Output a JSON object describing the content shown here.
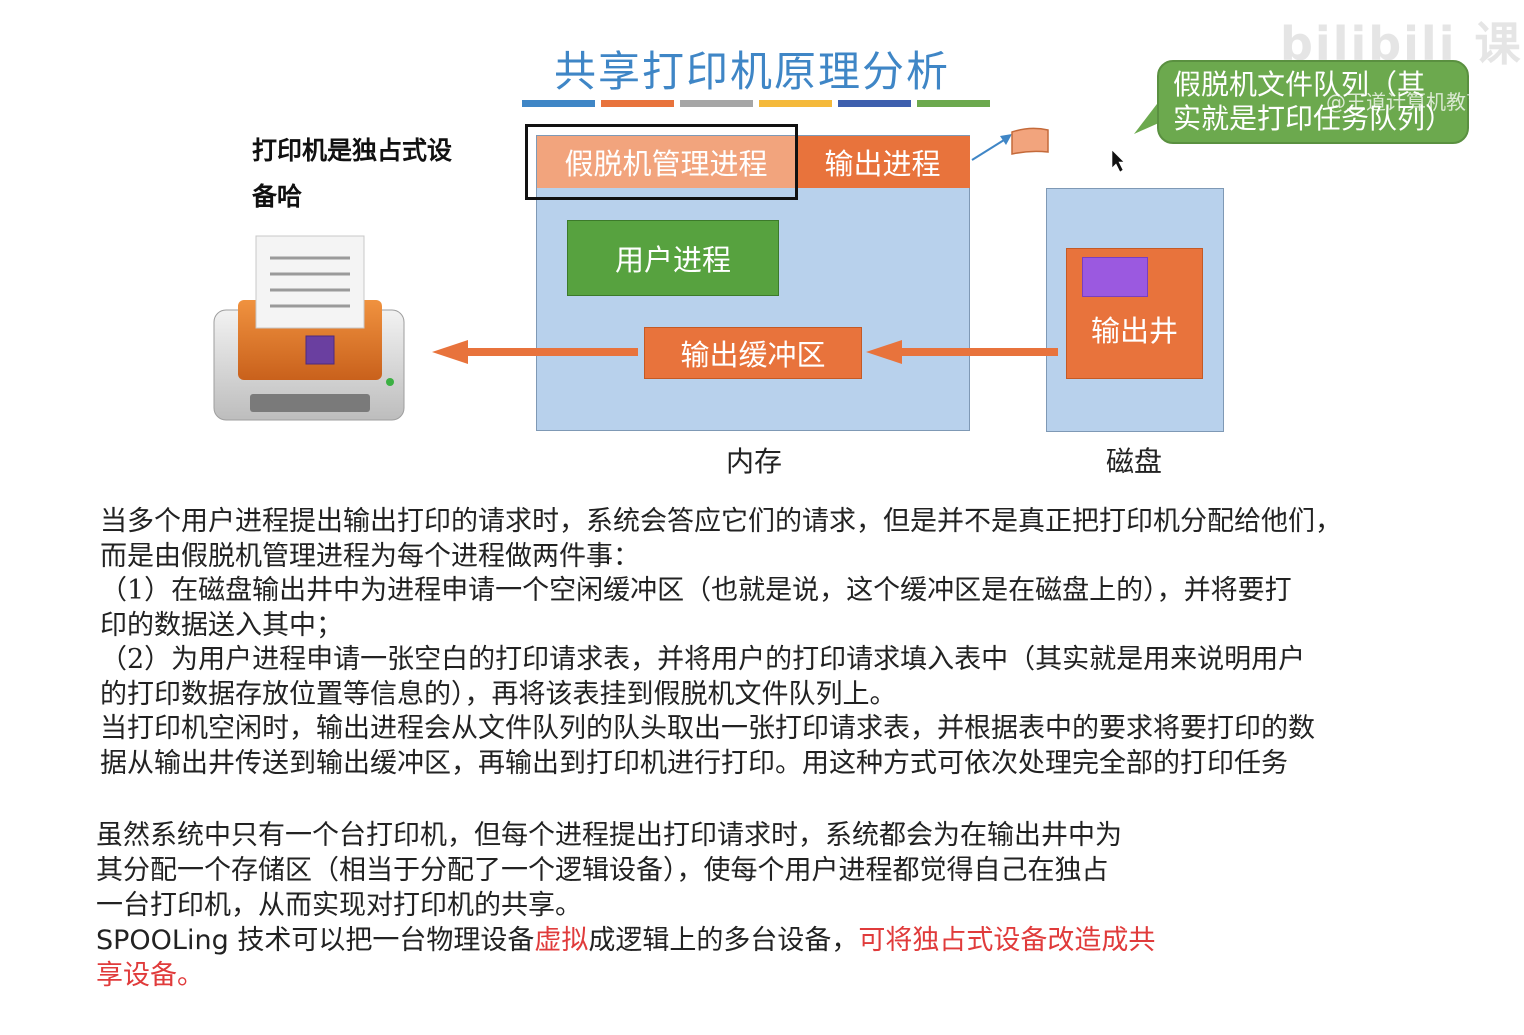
{
  "title": "共享打印机原理分析",
  "title_underline_colors": [
    "#3f86c6",
    "#e8733c",
    "#a6a6a6",
    "#f4b93b",
    "#3e5fae",
    "#6ca94e"
  ],
  "note": {
    "line1": "打印机是独占式设",
    "line2": "备哈"
  },
  "diagram": {
    "spool_manager": "假脱机管理进程",
    "output_process": "输出进程",
    "user_process": "用户进程",
    "output_buffer": "输出缓冲区",
    "output_well": "输出井",
    "memory_label": "内存",
    "disk_label": "磁盘",
    "queue_bubble": {
      "line1": "假脱机文件队列（其",
      "line2": "实就是打印任务队列）"
    }
  },
  "watermark": {
    "logo": "bilibili 课堂",
    "credit": "@王道计算机教育"
  },
  "body": {
    "p1_l1": "当多个用户进程提出输出打印的请求时，系统会答应它们的请求，但是并不是真正把打印机分配给他们，",
    "p1_l2": "而是由假脱机管理进程为每个进程做两件事：",
    "p2_l1": "（1）在磁盘输出井中为进程申请一个空闲缓冲区（也就是说，这个缓冲区是在磁盘上的），并将要打",
    "p2_l2": "印的数据送入其中；",
    "p3_l1": "（2）为用户进程申请一张空白的打印请求表，并将用户的打印请求填入表中（其实就是用来说明用户",
    "p3_l2": "的打印数据存放位置等信息的），再将该表挂到假脱机文件队列上。",
    "p4_l1": "当打印机空闲时，输出进程会从文件队列的队头取出一张打印请求表，并根据表中的要求将要打印的数",
    "p4_l2": "据从输出井传送到输出缓冲区，再输出到打印机进行打印。用这种方式可依次处理完全部的打印任务"
  },
  "summary": {
    "l1": "虽然系统中只有一个台打印机，但每个进程提出打印请求时，系统都会为在输出井中为",
    "l2": "其分配一个存储区（相当于分配了一个逻辑设备），使每个用户进程都觉得自己在独占",
    "l3": "一台打印机，从而实现对打印机的共享。",
    "l4_a": "SPOOLing",
    "l4_b": " 技术可以把一台物理设备",
    "l4_red1": "虚拟",
    "l4_c": "成逻辑上的多台设备，",
    "l4_red2": "可将独占式设备改造成共",
    "l5_red": "享设备。"
  }
}
